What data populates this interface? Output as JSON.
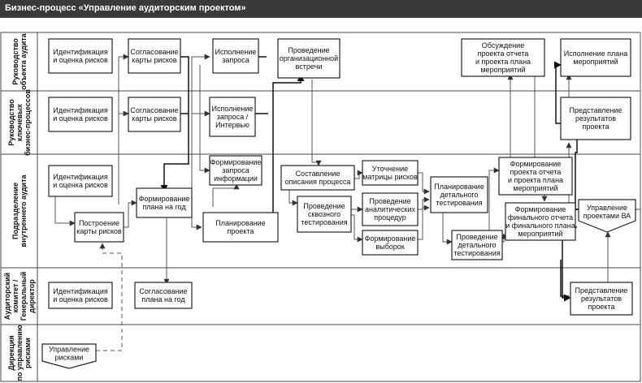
{
  "title": "Бизнес-процесс «Управление аудиторским проектом»",
  "lanes": [
    {
      "lines": [
        "Руководство",
        "объекта аудита"
      ]
    },
    {
      "lines": [
        "Руководство",
        "ключевых",
        "бизнес-процессов"
      ]
    },
    {
      "lines": [
        "Подразделение",
        "внутреннего аудита"
      ]
    },
    {
      "lines": [
        "Аудиторский",
        "комитет /",
        "Генеральный",
        "директор"
      ]
    },
    {
      "lines": [
        "Дирекция",
        "по управлению",
        "рисками"
      ]
    }
  ],
  "nodes": {
    "ra_ident": [
      "Идентификация",
      "и оценка рисков"
    ],
    "ra_soglas": [
      "Согласование",
      "карты рисков"
    ],
    "ra_ispoln": [
      "Исполнение",
      "запроса"
    ],
    "ra_provstrecha": [
      "Проведение",
      "организационной",
      "встречи"
    ],
    "ra_obsuzh": [
      "Обсуждение",
      "проекта отчета",
      "и проекта плана",
      "мероприятий"
    ],
    "ra_ispplan": [
      "Исполнение плана",
      "мероприятий"
    ],
    "rk_ident": [
      "Идентификация",
      "и оценка рисков"
    ],
    "rk_soglas": [
      "Согласование",
      "карты рисков"
    ],
    "rk_ispoln": [
      "Исполнение",
      "запроса /",
      "Интервью"
    ],
    "rk_predst": [
      "Представление",
      "результатов",
      "проекта"
    ],
    "pa_ident": [
      "Идентификация",
      "и оценка рисков"
    ],
    "pa_postr": [
      "Построение",
      "карты рисков"
    ],
    "pa_formplan": [
      "Формирование",
      "плана на год"
    ],
    "pa_formzap": [
      "Формирование",
      "запроса",
      "информации"
    ],
    "pa_planproj": [
      "Планирование",
      "проекта"
    ],
    "pa_sostav": [
      "Составление",
      "описания процесса"
    ],
    "pa_skvoz": [
      "Проведение",
      "сквозного",
      "тестирования"
    ],
    "pa_utoch": [
      "Уточнение",
      "матрицы рисков"
    ],
    "pa_analit": [
      "Проведение",
      "аналитических",
      "процедур"
    ],
    "pa_vyborka": [
      "Формирование",
      "выборок"
    ],
    "pa_detplan": [
      "Планирование",
      "детального",
      "тестирования"
    ],
    "pa_detprov": [
      "Проведение",
      "детального",
      "тестирования"
    ],
    "pa_formotch": [
      "Формирование",
      "проекта отчета",
      "и проекта плана",
      "мероприятий"
    ],
    "pa_formfin": [
      "Формирование",
      "финального отчета",
      "и финального плана",
      "мероприятий"
    ],
    "pa_upr": [
      "Управление",
      "проектами ВА"
    ],
    "ak_ident": [
      "Идентификация",
      "и оценка рисков"
    ],
    "ak_soglas": [
      "Согласование",
      "плана на год"
    ],
    "ak_predst": [
      "Представление",
      "результатов",
      "проекта"
    ],
    "dr_upr": [
      "Управление",
      "рисками"
    ]
  }
}
